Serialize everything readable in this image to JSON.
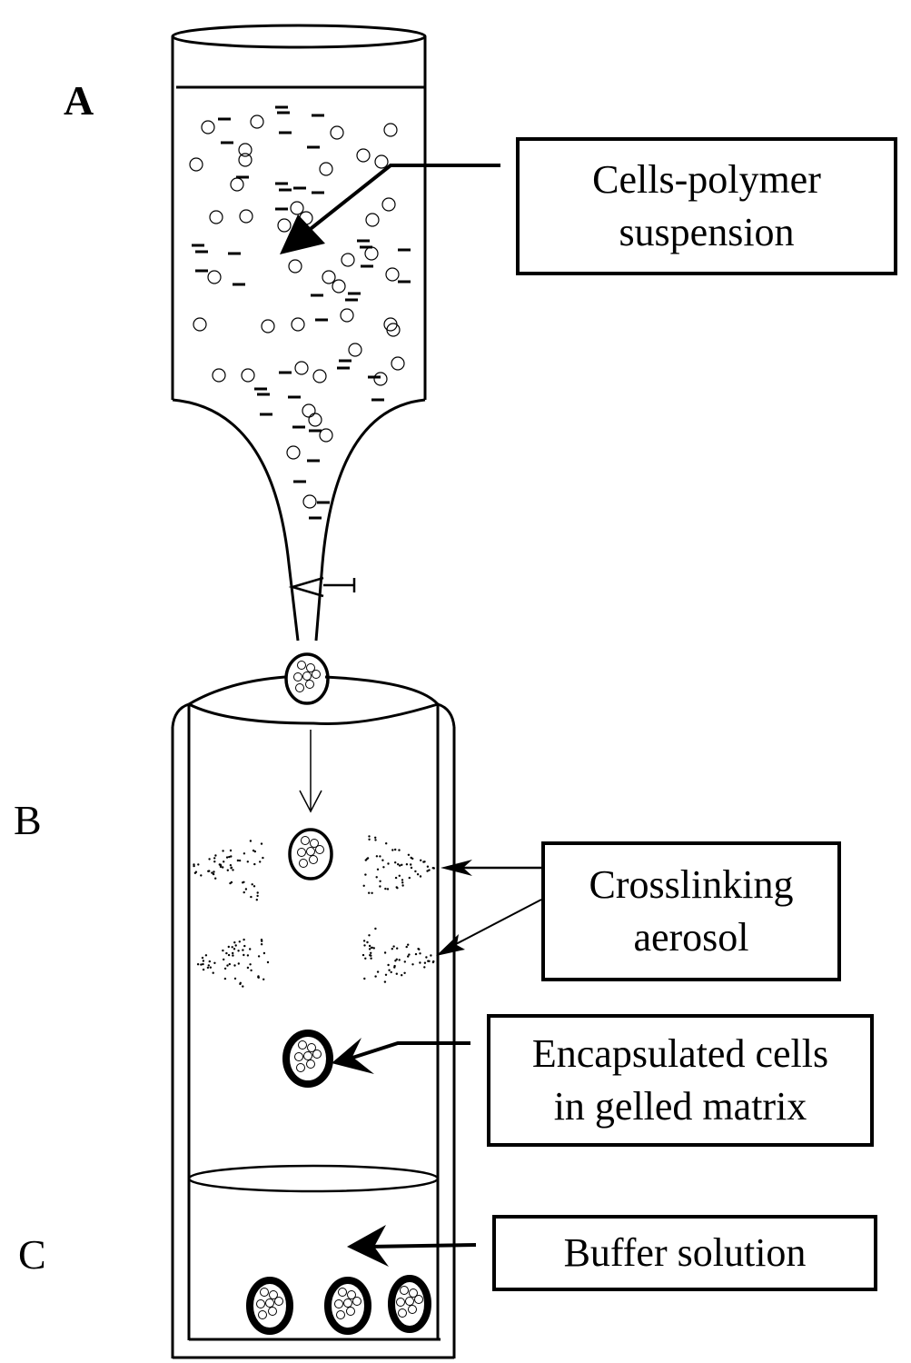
{
  "figure": {
    "sections": {
      "a": "A",
      "b": "B",
      "c": "C"
    },
    "callouts": {
      "suspension": [
        "Cells-polymer",
        "suspension"
      ],
      "aerosol": [
        "Crosslinking",
        "aerosol"
      ],
      "encapsulated": [
        "Encapsulated cells",
        "in gelled matrix"
      ],
      "buffer": [
        "Buffer solution"
      ]
    },
    "stroke_color": "#000000",
    "background_color": "#ffffff"
  }
}
